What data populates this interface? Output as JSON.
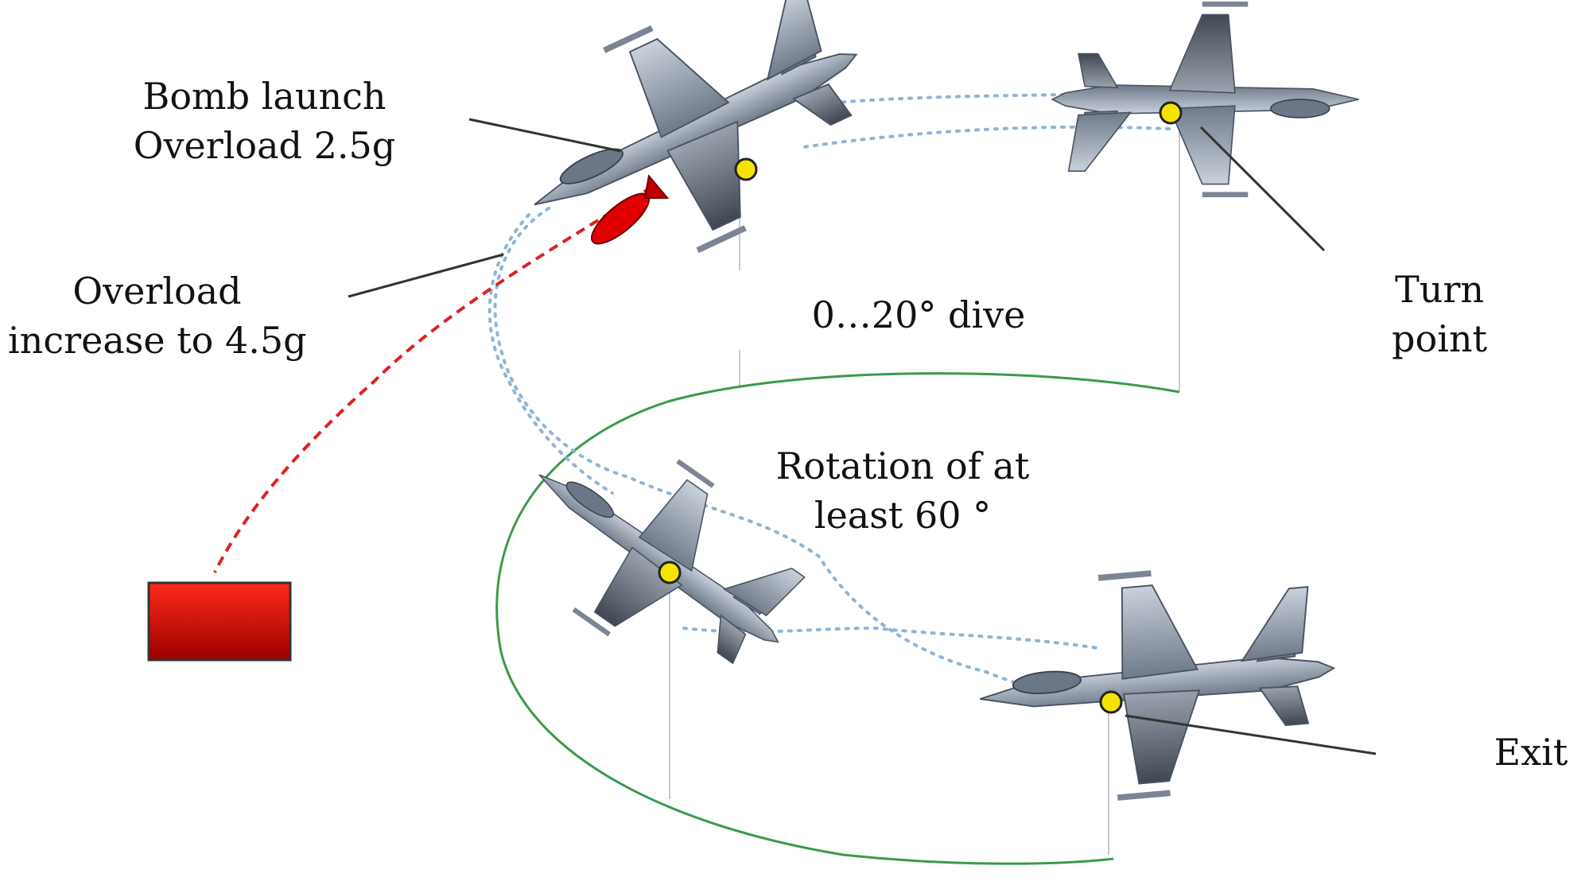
{
  "labels": {
    "bomb_launch": [
      "Bomb launch",
      "Overload 2.5g"
    ],
    "overload_increase": [
      "Overload",
      "increase to 4.5g"
    ],
    "dive": [
      "0…20° dive"
    ],
    "turn_point": [
      "Turn",
      "point"
    ],
    "rotation": [
      "Rotation of at",
      "least 60 °"
    ],
    "exit": [
      "Exit"
    ]
  },
  "icons": [
    "fighter-jet-icon",
    "bomb-icon",
    "target-icon",
    "waypoint-dot-icon"
  ],
  "colors": {
    "target_red": "#e00000",
    "bomb_trajectory": "#e02020",
    "flight_path": "#8fb4d6",
    "ground_track": "#3a9a4a",
    "waypoint": "#f5e400",
    "pointer": "#333333",
    "drop_line": "#c8c8d4",
    "jet_body": "#9aa5b4"
  }
}
